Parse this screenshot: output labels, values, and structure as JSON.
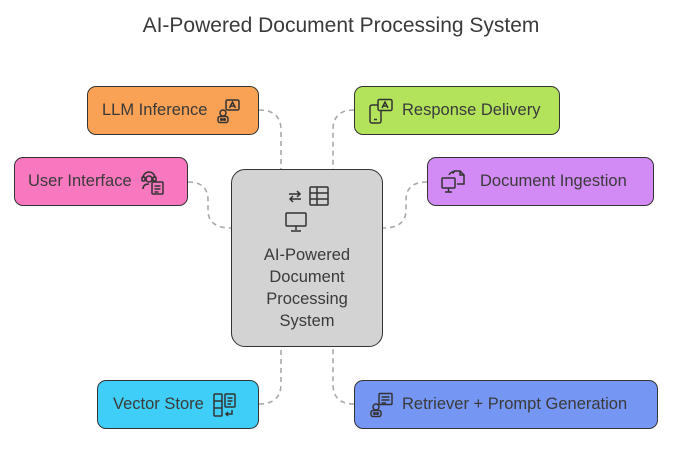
{
  "title": "AI-Powered Document Processing System",
  "center": {
    "label": "AI-Powered\nDocument\nProcessing\nSystem",
    "icons": [
      "refresh-arrows-icon",
      "table-icon",
      "monitor-icon"
    ]
  },
  "nodes": [
    {
      "id": "llm-inference",
      "label": "LLM Inference",
      "icon": "robot-chat-icon",
      "color": "#f9a154"
    },
    {
      "id": "user-interface",
      "label": "User Interface",
      "icon": "support-agent-document-icon",
      "color": "#f878bf"
    },
    {
      "id": "vector-store",
      "label": "Vector Store",
      "icon": "storage-document-icon",
      "color": "#3fcef7"
    },
    {
      "id": "response-delivery",
      "label": "Response Delivery",
      "icon": "phone-chat-icon",
      "color": "#b2e35b"
    },
    {
      "id": "document-ingestion",
      "label": "Document Ingestion",
      "icon": "monitor-document-icon",
      "color": "#d28af5"
    },
    {
      "id": "retriever-prompt",
      "label": "Retriever + Prompt Generation",
      "icon": "robot-document-icon",
      "color": "#7596f3"
    }
  ],
  "colors": {
    "center": "#d3d3d3",
    "connector": "#a9a9a9",
    "border": "#333333"
  }
}
